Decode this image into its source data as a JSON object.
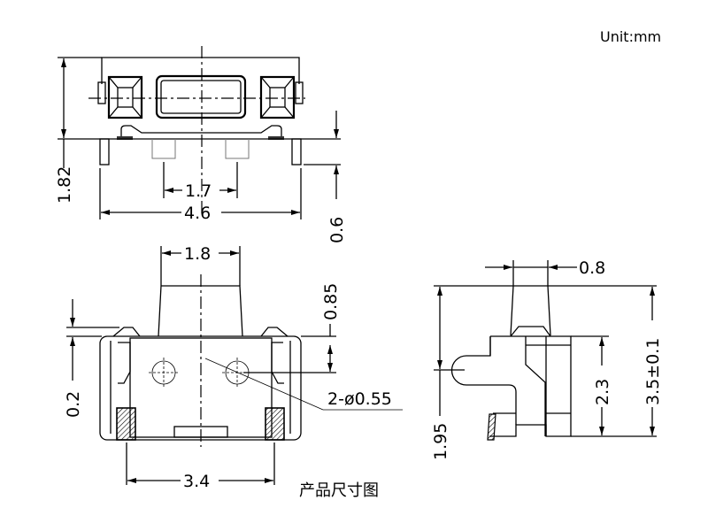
{
  "unit_label": "Unit:mm",
  "caption": "产品尺寸图",
  "top_view": {
    "dim_height": "1.82",
    "dim_pin_pitch": "1.7",
    "dim_width": "4.6",
    "dim_leg": "0.6"
  },
  "front_view": {
    "dim_plunger_width": "1.8",
    "dim_offset": "0.2",
    "dim_hole_offset": "0.85",
    "dim_holes": "2-ø0.55",
    "dim_pad_span": "3.4"
  },
  "side_view": {
    "dim_plunger_depth": "0.8",
    "dim_arm_height": "1.95",
    "dim_body_height": "2.3",
    "dim_total_height": "3.5±0.1"
  }
}
